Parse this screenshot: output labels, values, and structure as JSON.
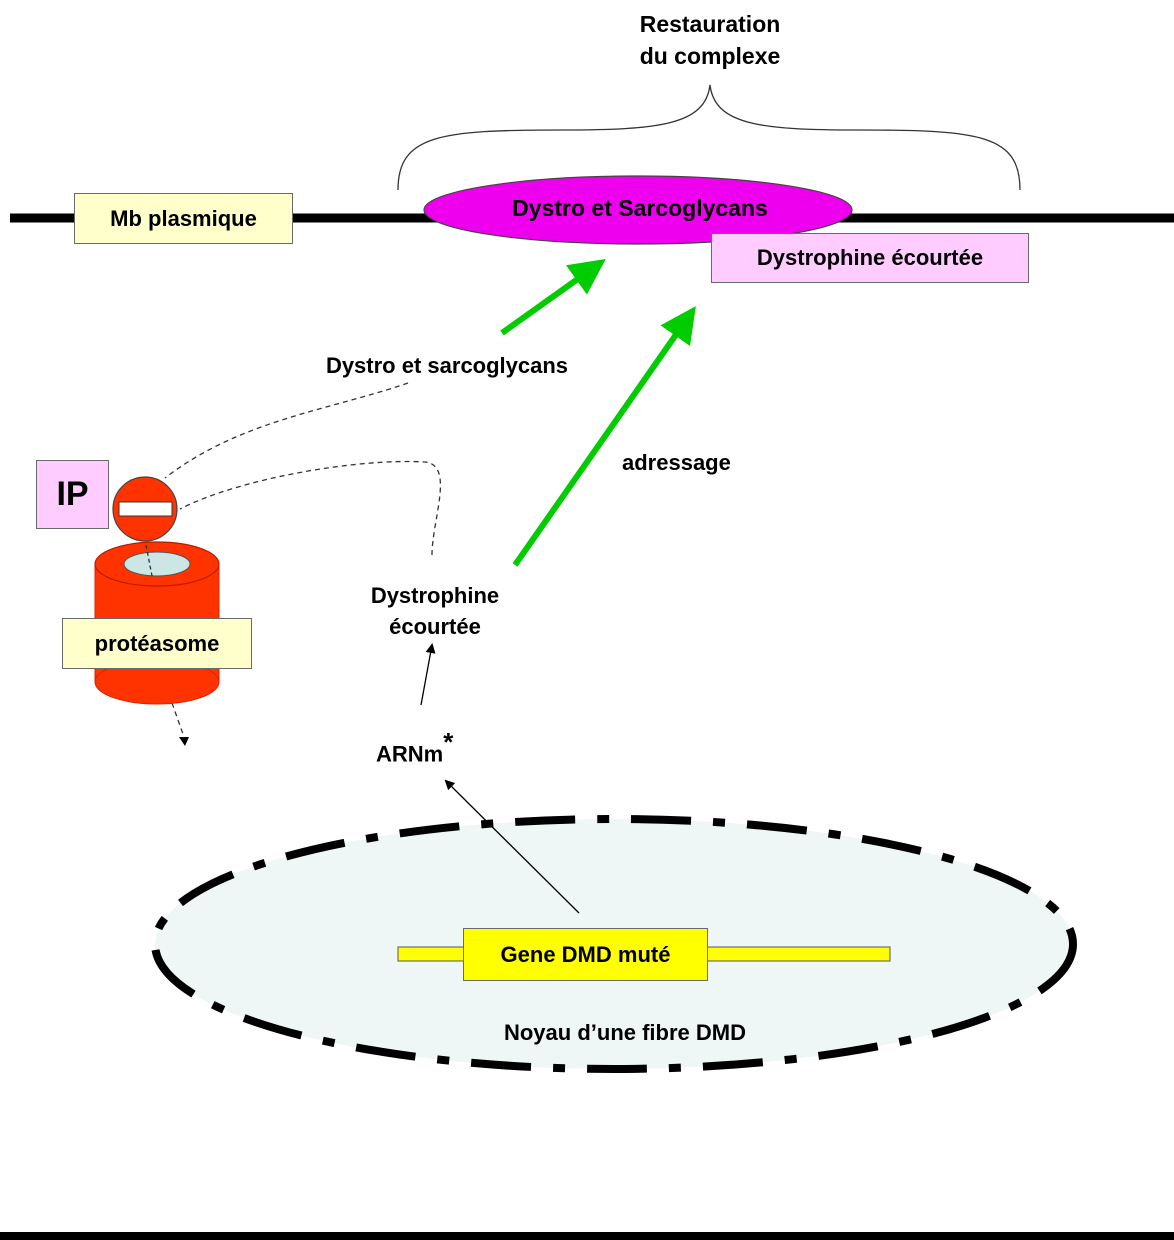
{
  "top_label": {
    "line1": "Restauration",
    "line2": "du complexe"
  },
  "membrane": {
    "label": "Mb plasmique"
  },
  "complex": {
    "label": "Dystro et Sarcoglycans"
  },
  "short_dystrophin_box": {
    "label": "Dystrophine écourtée"
  },
  "dystro_sarco_text": "Dystro et sarcoglycans",
  "adressage_text": "adressage",
  "ip_label": "IP",
  "proteasome_label": "protéasome",
  "short_dystrophin_text": {
    "line1": "Dystrophine",
    "line2": "écourtée"
  },
  "mrna": {
    "label": "ARNm",
    "mark": "*"
  },
  "gene": {
    "label": "Gene DMD muté"
  },
  "nucleus": {
    "label": "Noyau d’une fibre DMD"
  },
  "colors": {
    "membrane_box": "#ffffcc",
    "complex": "#ee00ee",
    "short_dystrophin_box": "#ffccff",
    "ip_box": "#ffccff",
    "proteasome": "#ff3300",
    "proteasome_hole": "#cce6e6",
    "nucleus": "#eef6f6",
    "gene": "#ffff00",
    "green_arrow": "#00cc00"
  }
}
